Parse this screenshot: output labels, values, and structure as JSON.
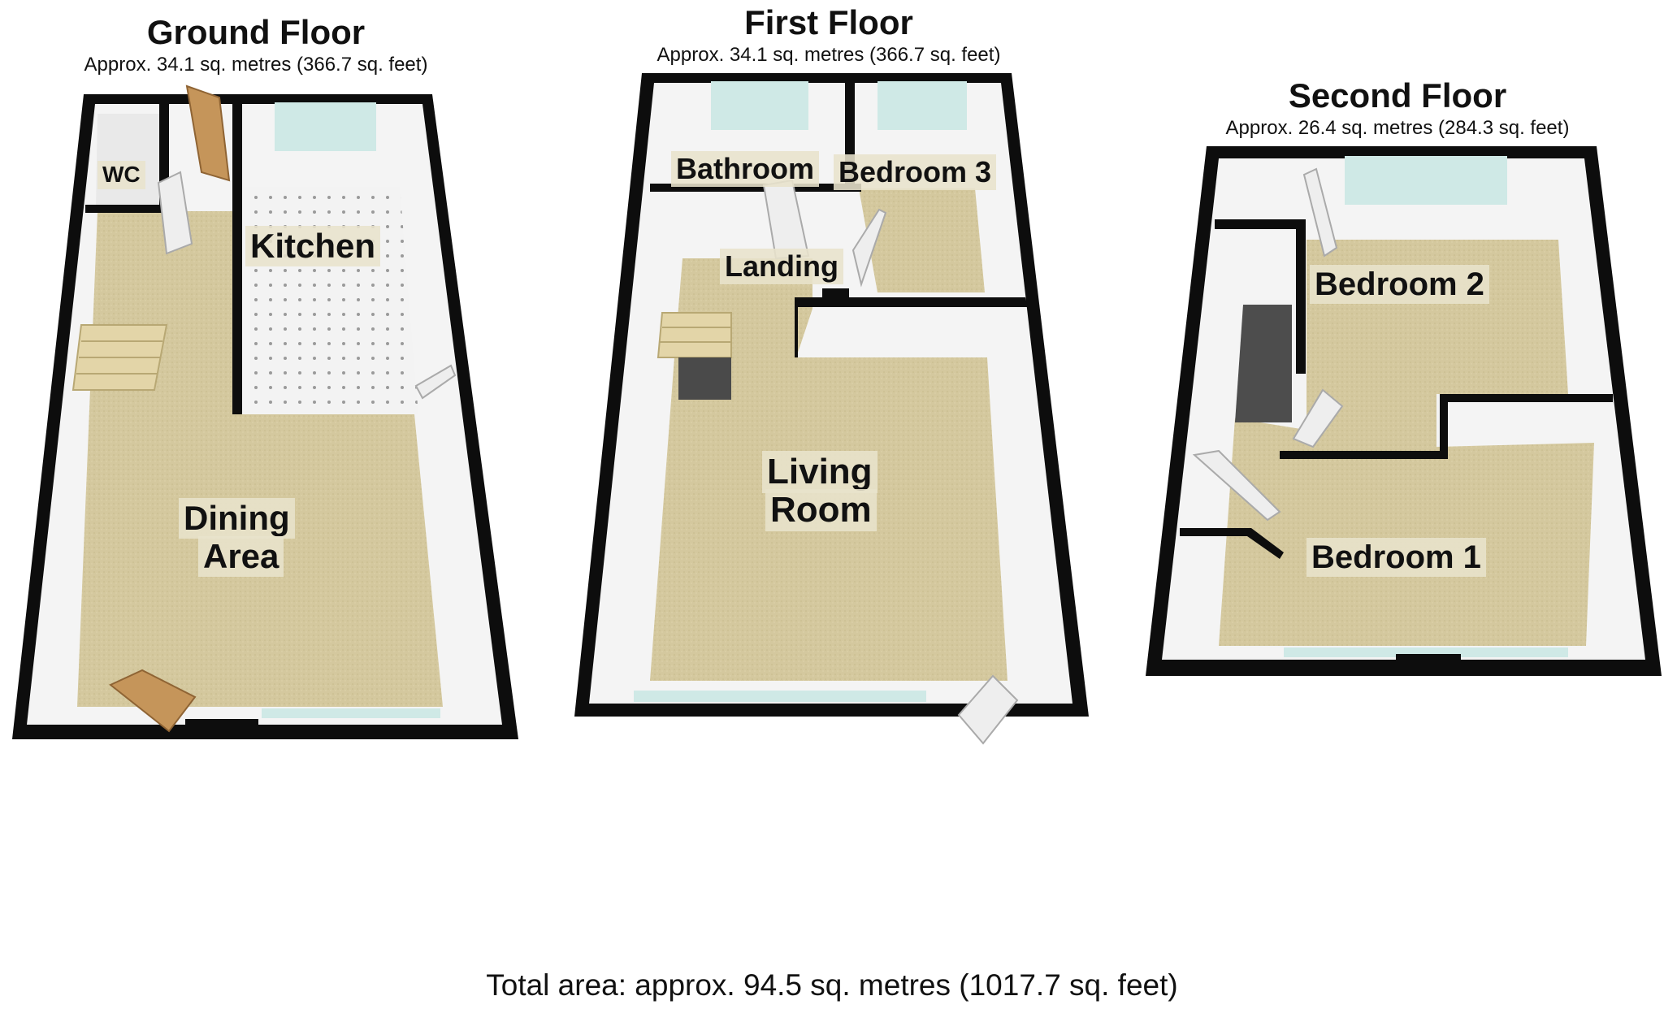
{
  "floors": [
    {
      "title": "Ground Floor",
      "area": "Approx. 34.1 sq. metres (366.7 sq. feet)",
      "rooms": [
        "WC",
        "Kitchen",
        "Dining",
        "Area"
      ]
    },
    {
      "title": "First Floor",
      "area": "Approx. 34.1 sq. metres (366.7 sq. feet)",
      "rooms": [
        "Bathroom",
        "Bedroom 3",
        "Landing",
        "Living",
        "Room"
      ]
    },
    {
      "title": "Second Floor",
      "area": "Approx. 26.4 sq. metres (284.3 sq. feet)",
      "rooms": [
        "Bedroom 2",
        "Bedroom 1"
      ]
    }
  ],
  "total": "Total area: approx. 94.5 sq. metres (1017.7 sq. feet)",
  "colors": {
    "wall": "#0d0d0d",
    "floor": "#d3c69b",
    "kitchen_tile": "#f1f1f1",
    "window": "#cfe9e6",
    "door": "#c5955a"
  }
}
